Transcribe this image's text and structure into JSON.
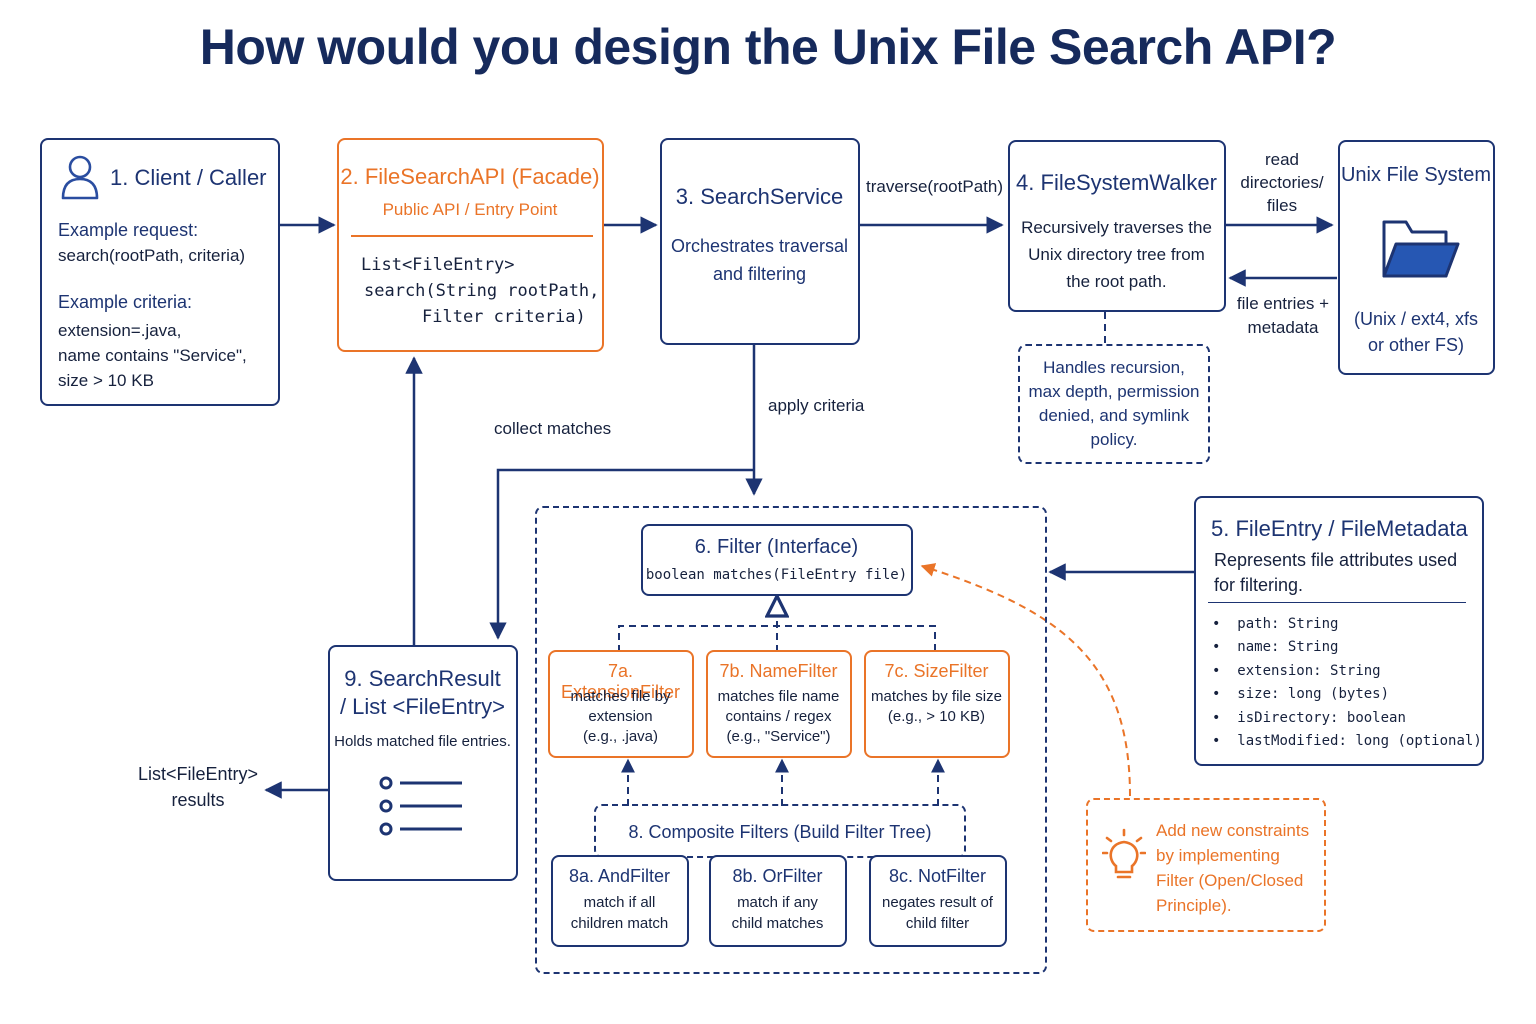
{
  "title": "How would you design the Unix File Search API?",
  "client": {
    "heading": "1. Client / Caller",
    "request_label": "Example request:",
    "request_code": "search(rootPath, criteria)",
    "criteria_label": "Example criteria:",
    "criteria_lines": [
      "extension=.java,",
      "name contains \"Service\",",
      "size > 10 KB"
    ]
  },
  "facade": {
    "heading": "2. FileSearchAPI (Facade)",
    "subheading": "Public API / Entry Point",
    "code_lines": [
      "List<FileEntry>",
      "search(String rootPath,",
      "Filter criteria)"
    ]
  },
  "service": {
    "heading": "3. SearchService",
    "desc_lines": [
      "Orchestrates traversal",
      "and filtering"
    ]
  },
  "walker": {
    "heading": "4. FileSystemWalker",
    "desc_lines": [
      "Recursively traverses the",
      "Unix directory tree from",
      "the root path."
    ],
    "note_lines": [
      "Handles recursion,",
      "max depth, permission",
      "denied, and symlink",
      "policy."
    ]
  },
  "filesystem": {
    "heading": "Unix File System",
    "desc_lines": [
      "(Unix / ext4, xfs",
      "or other FS)"
    ]
  },
  "fileentry": {
    "heading": "5. FileEntry / FileMetadata",
    "desc_lines": [
      "Represents file attributes used",
      "for filtering."
    ],
    "fields": [
      {
        "name": "path:",
        "type": "String"
      },
      {
        "name": "name:",
        "type": "String"
      },
      {
        "name": "extension:",
        "type": "String"
      },
      {
        "name": "size:",
        "type": "long (bytes)"
      },
      {
        "name": "isDirectory:",
        "type": "boolean"
      },
      {
        "name": "lastModified:",
        "type": "long (optional)"
      }
    ]
  },
  "filter": {
    "heading": "6. Filter (Interface)",
    "signature": "boolean matches(FileEntry file)"
  },
  "impls": [
    {
      "heading": "7a. ExtensionFilter",
      "lines": [
        "matches file by",
        "extension",
        "(e.g., .java)"
      ]
    },
    {
      "heading": "7b. NameFilter",
      "lines": [
        "matches file name",
        "contains / regex",
        "(e.g., \"Service\")"
      ]
    },
    {
      "heading": "7c. SizeFilter",
      "lines": [
        "matches by file size",
        "(e.g., > 10 KB)"
      ]
    }
  ],
  "composite": {
    "heading": "8. Composite Filters  (Build Filter Tree)",
    "items": [
      {
        "heading": "8a. AndFilter",
        "lines": [
          "match if all",
          "children match"
        ]
      },
      {
        "heading": "8b. OrFilter",
        "lines": [
          "match if any",
          "child matches"
        ]
      },
      {
        "heading": "8c. NotFilter",
        "lines": [
          "negates result of",
          "child filter"
        ]
      }
    ]
  },
  "result": {
    "heading_lines": [
      "9. SearchResult",
      "/ List <FileEntry>"
    ],
    "desc": "Holds matched file entries."
  },
  "output_label_lines": [
    "List<FileEntry>",
    "results"
  ],
  "tip": {
    "lines": [
      "Add new constraints",
      "by implementing",
      "Filter (Open/Closed",
      "Principle)."
    ],
    "icon": "lightbulb-icon"
  },
  "edges": {
    "traverse": "traverse(rootPath)",
    "read_lines": [
      "read",
      "directories/",
      "files"
    ],
    "entries_lines": [
      "file entries +",
      "metadata"
    ],
    "apply": "apply criteria",
    "collect": "collect matches"
  },
  "colors": {
    "navy": "#1d3472",
    "orange": "#ea7428"
  }
}
